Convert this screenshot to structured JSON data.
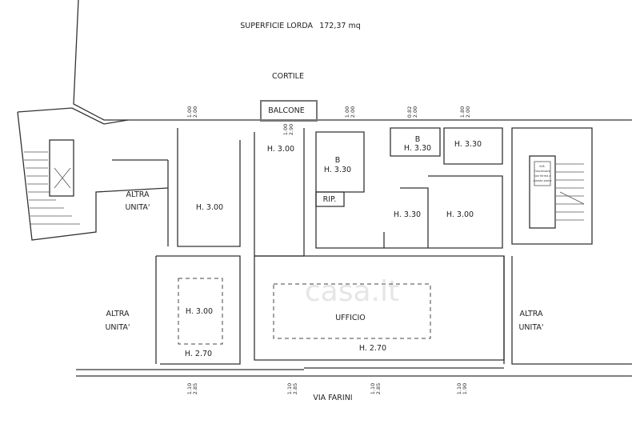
{
  "header": {
    "superficie_label": "SUPERFICIE LORDA",
    "superficie_value": "172,37 mq"
  },
  "labels": {
    "cortile": "CORTILE",
    "balcone": "BALCONE",
    "via": "VIA FARINI",
    "altra_unita_1": "ALTRA",
    "altra_unita_1b": "UNITA'",
    "altra_unita_2": "ALTRA",
    "altra_unita_2b": "UNITA'",
    "altra_unita_3": "ALTRA",
    "altra_unita_3b": "UNITA'",
    "ufficio": "UFFICIO",
    "rip": "RIP.",
    "bagno1": "B",
    "bagno2": "B"
  },
  "heights": {
    "h1": "H. 3.00",
    "h2": "H. 3.00",
    "h3": "H. 3.30",
    "h4": "H. 3.30",
    "h5": "H. 3.30",
    "h6": "H. 3.30",
    "h7": "H. 3.00",
    "h8": "H. 3.00",
    "h9": "H. 2.70",
    "h10": "H. 2.70"
  },
  "windows_top": [
    {
      "a": "1.00",
      "b": "2.00"
    },
    {
      "a": "1.00",
      "b": "2.90"
    },
    {
      "a": "1.00",
      "b": "2.00"
    },
    {
      "a": "0.82",
      "b": "2.00"
    },
    {
      "a": "1.80",
      "b": "2.00"
    }
  ],
  "windows_bottom": [
    {
      "a": "1.10",
      "b": "2.85"
    },
    {
      "a": "1.10",
      "b": "2.85"
    },
    {
      "a": "1.10",
      "b": "2.85"
    },
    {
      "a": "1.10",
      "b": "1.90"
    }
  ],
  "elevator_note": [
    "N.B.",
    "l'ascensore",
    "non ferma a",
    "questo piano"
  ],
  "watermark": "casa.it"
}
